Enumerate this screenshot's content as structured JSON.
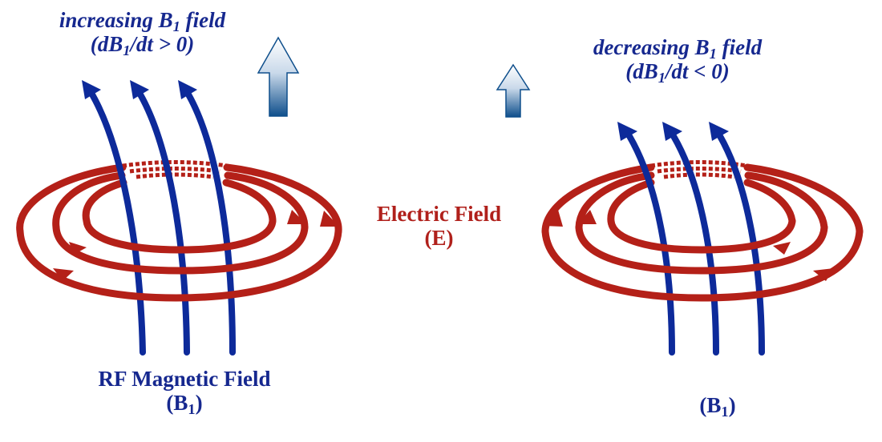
{
  "colors": {
    "magnetic": "#0d2a9a",
    "electric": "#b42018",
    "arrow_top": "#ffffff",
    "arrow_bottom": "#0f4f8c"
  },
  "left_panel": {
    "state_title": "increasing B",
    "state_title_sub": "1",
    "state_title_suffix": "field",
    "state_expr_pre": "(dB",
    "state_expr_sub": "1",
    "state_expr_post": "/dt > 0)",
    "field_caption": "RF Magnetic Field",
    "symbol_pre": "(B",
    "symbol_sub": "1",
    "symbol_post": ")"
  },
  "center": {
    "electric_caption": "Electric Field",
    "electric_symbol": "(E)"
  },
  "right_panel": {
    "state_title": "decreasing B",
    "state_title_sub": "1",
    "state_title_suffix": "field",
    "state_expr_pre": "(dB",
    "state_expr_sub": "1",
    "state_expr_post": "/dt < 0)",
    "symbol_pre": "(B",
    "symbol_sub": "1",
    "symbol_post": ")"
  }
}
